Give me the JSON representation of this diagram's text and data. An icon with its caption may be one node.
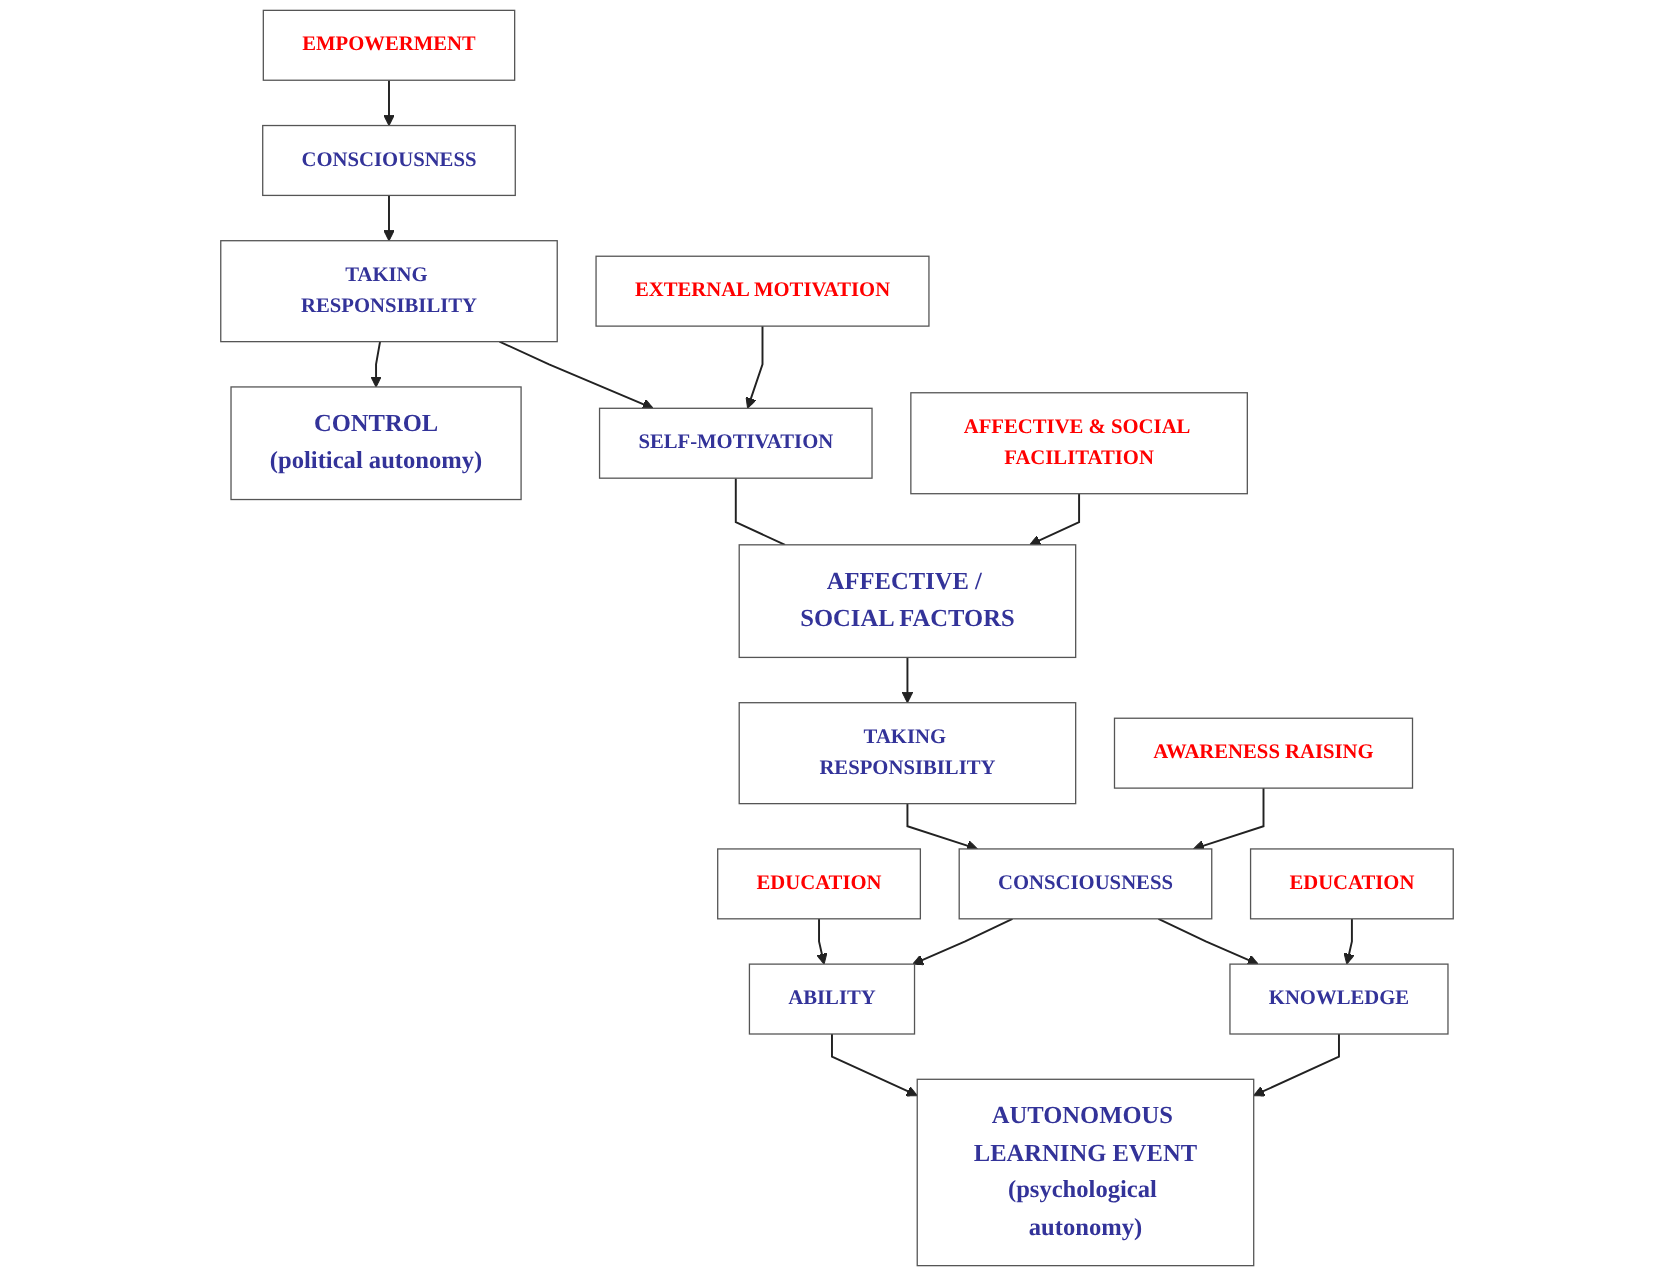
{
  "diagram": {
    "nodes": [
      {
        "text": [
          "CONTROL",
          "(political autonomy)"
        ]
      },
      {
        "text": [
          "SELF-MOTIVATION"
        ]
      },
      {
        "text": [
          "EXTERNAL MOTIVATION"
        ]
      },
      {
        "text": [
          "AFFECTIVE / SOCIAL FACTORS"
        ]
      },
      {
        "text": [
          "AFFECTIVE & SOCIAL FACILITATION"
        ]
      },
      {
        "text": [
          "TAKING RESPONSIBILITY"
        ]
      },
      {
        "text": [
          "CONSCIOUSNESS"
        ]
      },
      {
        "text": [
          "EMPOWERMENT"
        ]
      },
      {
        "text": [
          "TAKING RESPONSIBILITY"
        ]
      },
      {
        "text": [
          "CONSCIOUSNESS"
        ]
      },
      {
        "text": [
          "AWARENESS RAISING"
        ]
      },
      {
        "text": [
          "EDUCATION"
        ]
      },
      {
        "text": [
          "ABILITY"
        ]
      },
      {
        "text": [
          "KNOWLEDGE"
        ]
      },
      {
        "text": [
          "EDUCATION"
        ]
      },
      {
        "text": [
          "AUTONOMOUS LEARNING EVENT",
          "(psychological autonomy)"
        ]
      }
    ],
    "edges": [
      {
        "from": 5,
        "to": 0,
        "arrow": "to"
      },
      {
        "from": 5,
        "to": 1,
        "arrow": "to"
      },
      {
        "from": 2,
        "to": 1,
        "arrow": "to"
      },
      {
        "from": 1,
        "to": 3,
        "arrow": "none"
      },
      {
        "from": 4,
        "to": 3,
        "arrow": "to"
      },
      {
        "from": 3,
        "to": 8,
        "arrow": "to"
      },
      {
        "from": 6,
        "to": 5,
        "arrow": "to"
      },
      {
        "from": 7,
        "to": 6,
        "arrow": "to"
      },
      {
        "from": 8,
        "to": 9,
        "arrow": "to"
      },
      {
        "from": 10,
        "to": 9,
        "arrow": "to"
      },
      {
        "from": 9,
        "to": 12,
        "arrow": "to"
      },
      {
        "from": 9,
        "to": 13,
        "arrow": "to"
      },
      {
        "from": 11,
        "to": 12,
        "arrow": "to"
      },
      {
        "from": 14,
        "to": 13,
        "arrow": "to"
      },
      {
        "from": 12,
        "to": 15,
        "arrow": "to"
      },
      {
        "from": 13,
        "to": 15,
        "arrow": "to"
      }
    ]
  }
}
